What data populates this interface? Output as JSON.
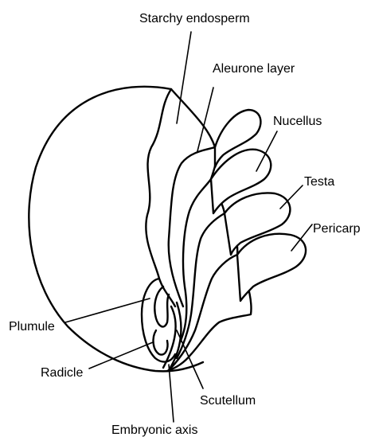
{
  "labels": {
    "starchy_endosperm": "Starchy endosperm",
    "aleurone_layer": "Aleurone layer",
    "nucellus": "Nucellus",
    "testa": "Testa",
    "pericarp": "Pericarp",
    "plumule": "Plumule",
    "radicle": "Radicle",
    "scutellum": "Scutellum",
    "embryonic_axis": "Embryonic axis"
  },
  "colors": {
    "line": "#000000",
    "background": "#ffffff"
  }
}
